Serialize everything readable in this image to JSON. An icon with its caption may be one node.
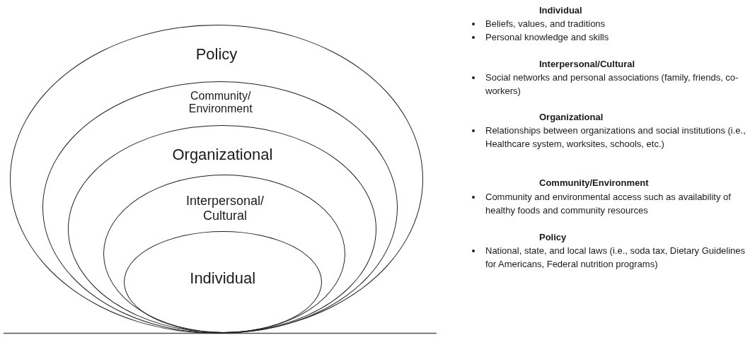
{
  "diagram": {
    "nodes": [
      {
        "text": [
          "Policy"
        ]
      },
      {
        "text": [
          "Community/ Environment"
        ],
        "in": 0
      },
      {
        "text": [
          "Organizational"
        ],
        "in": 1
      },
      {
        "text": [
          "Interpersonal/ Cultural"
        ],
        "in": 2
      },
      {
        "text": [
          "Individual"
        ],
        "in": 3
      }
    ],
    "labels": [
      "Individual",
      "Beliefs, values, and traditions",
      "Personal knowledge and skills",
      "Interpersonal/Cultural",
      "Social networks and personal associations (family, friends, co-workers)",
      "Organizational",
      "Relationships between organizations and social institutions (i.e., Healthcare system, worksites, schools, etc.)",
      "Community/Environment",
      "Community and environmental access such as availability of healthy foods and community resources",
      "Policy",
      "National, state, and local laws (i.e., soda tax, Dietary Guidelines for Americans, Federal nutrition programs)"
    ]
  }
}
